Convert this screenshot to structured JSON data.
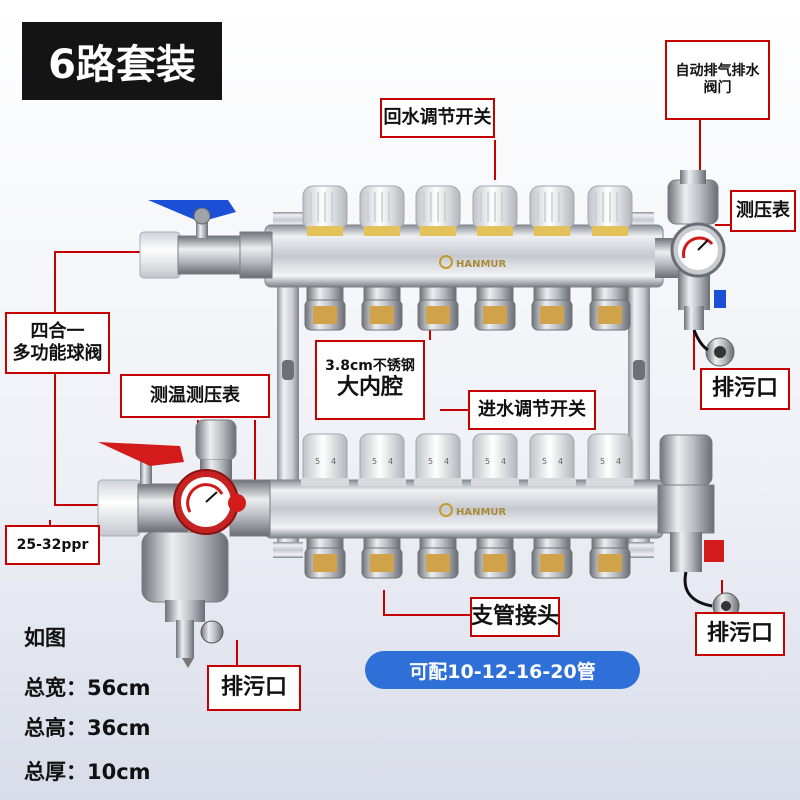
{
  "title": "6路套装",
  "labels": {
    "air_vent": [
      "自动排气排水",
      "阀门"
    ],
    "return_switch": "回水调节开关",
    "pressure_gauge": "测压表",
    "ball_valve": [
      "四合一",
      "多功能球阀"
    ],
    "stainless": [
      "3.8cm不锈钢",
      "大内腔"
    ],
    "drain_top_right": "排污口",
    "temp_pressure": "测温测压表",
    "inlet_switch": "进水调节开关",
    "ppr_size": "25-32ppr",
    "branch_joint": "支管接头",
    "drain_bottom_right": "排污口",
    "drain_bottom_left": "排污口"
  },
  "pipe_badge": "可配10-12-16-20管",
  "dimensions": {
    "caption": "如图",
    "rows": [
      {
        "label": "总宽：",
        "value": "56cm"
      },
      {
        "label": "总高：",
        "value": "36cm"
      },
      {
        "label": "总厚：",
        "value": "10cm"
      }
    ]
  },
  "brand": "HANMUR",
  "valve_scale": [
    "5",
    "4"
  ],
  "colors": {
    "label_border": "#c40000",
    "badge_blue": "#2f6fd8",
    "title_bg": "#141414",
    "handle_blue": "#1b4fd6",
    "handle_red": "#d31b1b"
  }
}
